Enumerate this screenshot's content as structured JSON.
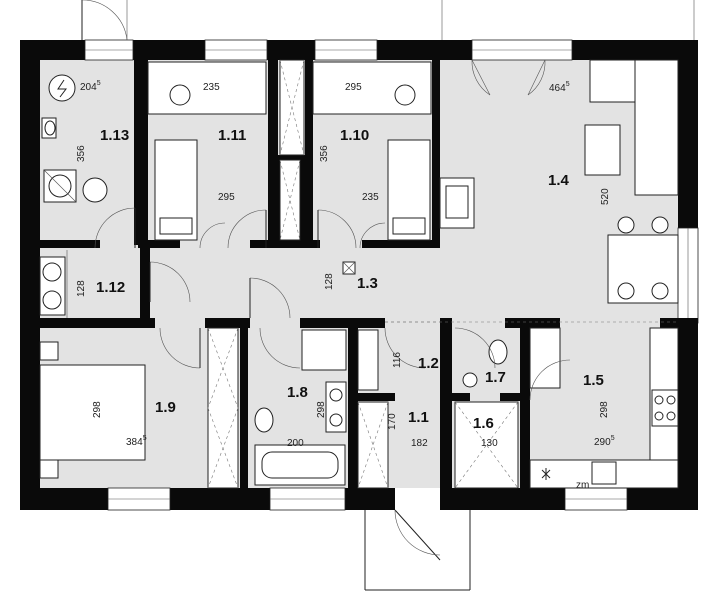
{
  "rooms": {
    "r113": {
      "label": "1.13",
      "dim_w": "204",
      "dim_w_sup": "5",
      "dim_h": "356"
    },
    "r111": {
      "label": "1.11",
      "dim_top": "235",
      "dim_bottom": "295"
    },
    "r110": {
      "label": "1.10",
      "dim_top": "295",
      "dim_bottom": "235",
      "dim_h": "356"
    },
    "r14": {
      "label": "1.4",
      "dim_w": "464",
      "dim_w_sup": "5",
      "dim_h": "520"
    },
    "r112": {
      "label": "1.12",
      "dim_h": "128"
    },
    "r13": {
      "label": "1.3",
      "dim_h": "128"
    },
    "r12": {
      "label": "1.2",
      "dim_h": "116"
    },
    "r17": {
      "label": "1.7"
    },
    "r15": {
      "label": "1.5",
      "dim_h": "298",
      "dim_w": "290",
      "dim_w_sup": "5"
    },
    "r19": {
      "label": "1.9",
      "dim_h": "298",
      "dim_w": "384",
      "dim_w_sup": "5"
    },
    "r18": {
      "label": "1.8",
      "dim_h": "298",
      "dim_w": "200"
    },
    "r11": {
      "label": "1.1",
      "dim_h": "170",
      "dim_w": "182"
    },
    "r16": {
      "label": "1.6",
      "dim_w": "130"
    }
  },
  "annotations": {
    "zm": "zm"
  },
  "icons": [
    "electric-panel-icon",
    "toilet-icon",
    "bed-icon",
    "chair-icon",
    "sofa-icon",
    "armchair-icon",
    "dining-table-icon",
    "stove-icon",
    "sink-icon",
    "bathtub-icon",
    "washing-machine-icon",
    "door-swing-icon",
    "window-icon"
  ],
  "colors": {
    "wall": "#0a0a0a",
    "floor": "#e3e3e3",
    "background": "#ffffff"
  }
}
